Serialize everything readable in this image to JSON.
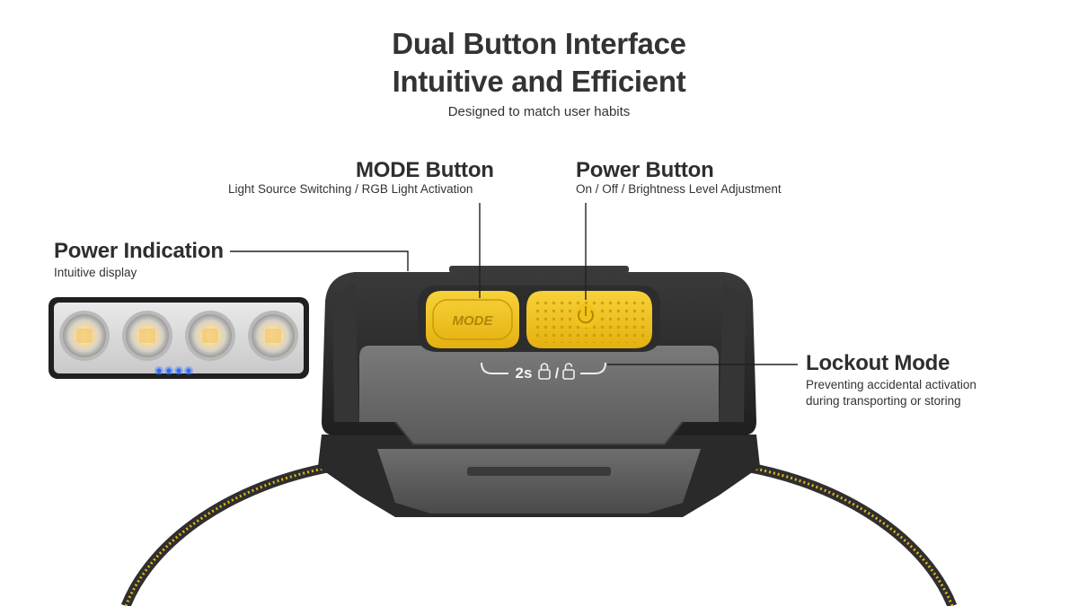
{
  "header": {
    "title_line1": "Dual Button Interface",
    "title_line2": "Intuitive and Efficient",
    "subtitle": "Designed to match user habits"
  },
  "callouts": {
    "mode_button": {
      "heading": "MODE Button",
      "description": "Light Source Switching / RGB Light Activation"
    },
    "power_button": {
      "heading": "Power Button",
      "description": "On / Off / Brightness Level Adjustment"
    },
    "power_indication": {
      "heading": "Power Indication",
      "description": "Intuitive display"
    },
    "lockout_mode": {
      "heading": "Lockout Mode",
      "description_line1": "Preventing accidental activation",
      "description_line2": "during transporting or storing"
    }
  },
  "device": {
    "mode_label": "MODE",
    "lock_hold": "2s",
    "lock_separator": "/",
    "indicator_dots_lit": 4
  },
  "colors": {
    "accent_yellow": "#f2c31b",
    "indicator_blue": "#2a6cff",
    "body_gray": "#6b6b6b",
    "shell_black": "#2a2a2a"
  }
}
